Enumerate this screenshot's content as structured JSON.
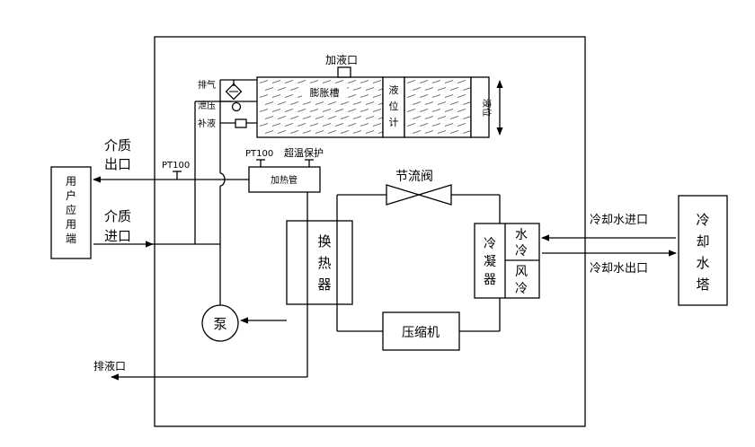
{
  "labels": {
    "user_box": [
      "用",
      "户",
      "应",
      "用",
      "端"
    ],
    "medium_out": [
      "介质",
      "出口"
    ],
    "medium_in": [
      "介质",
      "进口"
    ],
    "pt100_pipe": "PT100",
    "pt100_heater": "PT100",
    "overtemp": "超温保护",
    "heater": "加热管",
    "fill_port": "加液口",
    "exhaust": "排气",
    "pressure": "泄压",
    "refill": "补液",
    "expansion_tank": "膨胀槽",
    "level_gauge": [
      "液",
      "位",
      "计"
    ],
    "level_side": "液位",
    "throttle_valve": "节流阀",
    "heat_exchanger": [
      "换",
      "热",
      "器"
    ],
    "condenser": [
      "冷",
      "凝",
      "器"
    ],
    "water_cooled": [
      "水",
      "冷"
    ],
    "air_cooled": [
      "风",
      "冷"
    ],
    "pump": "泵",
    "compressor": "压缩机",
    "drain": "排液口",
    "cooling_water_in": "冷却水进口",
    "cooling_water_out": "冷却水出口",
    "cooling_tower": [
      "冷",
      "却",
      "水",
      "塔"
    ]
  }
}
